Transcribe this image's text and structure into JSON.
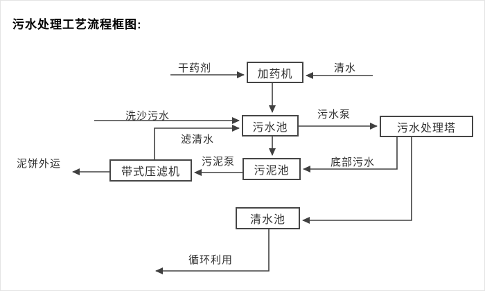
{
  "title": "污水处理工艺流程框图:",
  "nodes": {
    "dosing_machine": {
      "label": "加药机"
    },
    "sewage_pool": {
      "label": "污水池"
    },
    "treatment_tower": {
      "label": "污水处理塔"
    },
    "belt_filter_press": {
      "label": "带式压滤机"
    },
    "sludge_pool": {
      "label": "污泥池"
    },
    "clean_water_pool": {
      "label": "清水池"
    }
  },
  "flow_labels": {
    "dry_agent": "干药剂",
    "clean_water_in": "清水",
    "sand_washing_sewage": "洗沙污水",
    "filtered_water": "滤清水",
    "sewage_pump": "污水泵",
    "bottom_sewage": "底部污水",
    "sludge_pump": "污泥泵",
    "mud_cake_out": "泥饼外运",
    "recycling": "循环利用"
  },
  "colors": {
    "line": "#404040",
    "box_border": "#454545",
    "text": "#2f2f2f",
    "title_text": "#000000",
    "background": "#ffffff"
  }
}
